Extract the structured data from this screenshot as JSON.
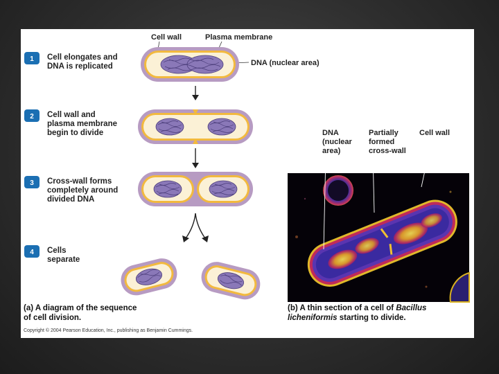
{
  "labels": {
    "cell_wall_top": "Cell wall",
    "plasma_membrane": "Plasma membrane",
    "dna_nuclear_area": "DNA (nuclear area)",
    "micro_dna": [
      "DNA",
      "(nuclear",
      "area)"
    ],
    "micro_cross_wall": [
      "Partially",
      "formed",
      "cross-wall"
    ],
    "micro_cell_wall": "Cell wall"
  },
  "steps": [
    {
      "number": "1",
      "lines": [
        "Cell elongates and",
        "DNA is replicated"
      ]
    },
    {
      "number": "2",
      "lines": [
        "Cell wall and",
        "plasma membrane",
        "begin to divide"
      ]
    },
    {
      "number": "3",
      "lines": [
        "Cross-wall forms",
        "completely around",
        "divided DNA"
      ]
    },
    {
      "number": "4",
      "lines": [
        "Cells",
        "separate"
      ]
    }
  ],
  "caption_a": {
    "prefix": "(a)",
    "line1": " A diagram of the sequence",
    "line2": "of cell division."
  },
  "caption_b": {
    "prefix": "(b)",
    "line1": " A thin section of a cell of ",
    "italic1": "Bacillus",
    "italic2": "licheniformis",
    "line2": " starting to divide."
  },
  "copyright": "Copyright © 2004 Pearson Education, Inc., publishing as Benjamin Cummings.",
  "colors": {
    "badge": "#1b6fb3",
    "wall": "#b79bc2",
    "membrane": "#f2b93e",
    "cytoplasm": "#fbf1d6",
    "dna": "#8a78b8",
    "dna_line": "#4b3d7a"
  }
}
